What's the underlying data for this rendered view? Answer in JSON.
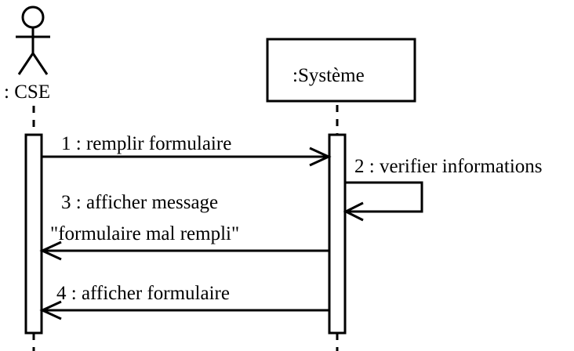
{
  "diagram": {
    "type": "sequence",
    "participants": [
      {
        "id": "cse",
        "kind": "actor",
        "label": ": CSE"
      },
      {
        "id": "systeme",
        "kind": "object",
        "label": ":Système"
      }
    ],
    "messages": [
      {
        "num": "1",
        "from": "cse",
        "to": "systeme",
        "text": "1 : remplir formulaire"
      },
      {
        "num": "2",
        "from": "systeme",
        "to": "systeme",
        "text": "2 : verifier informations"
      },
      {
        "num": "3",
        "from": "systeme",
        "to": "cse",
        "text": "3 : afficher message",
        "text_line2": "\"formulaire mal rempli\""
      },
      {
        "num": "4",
        "from": "systeme",
        "to": "cse",
        "text": "4 : afficher formulaire"
      }
    ]
  }
}
